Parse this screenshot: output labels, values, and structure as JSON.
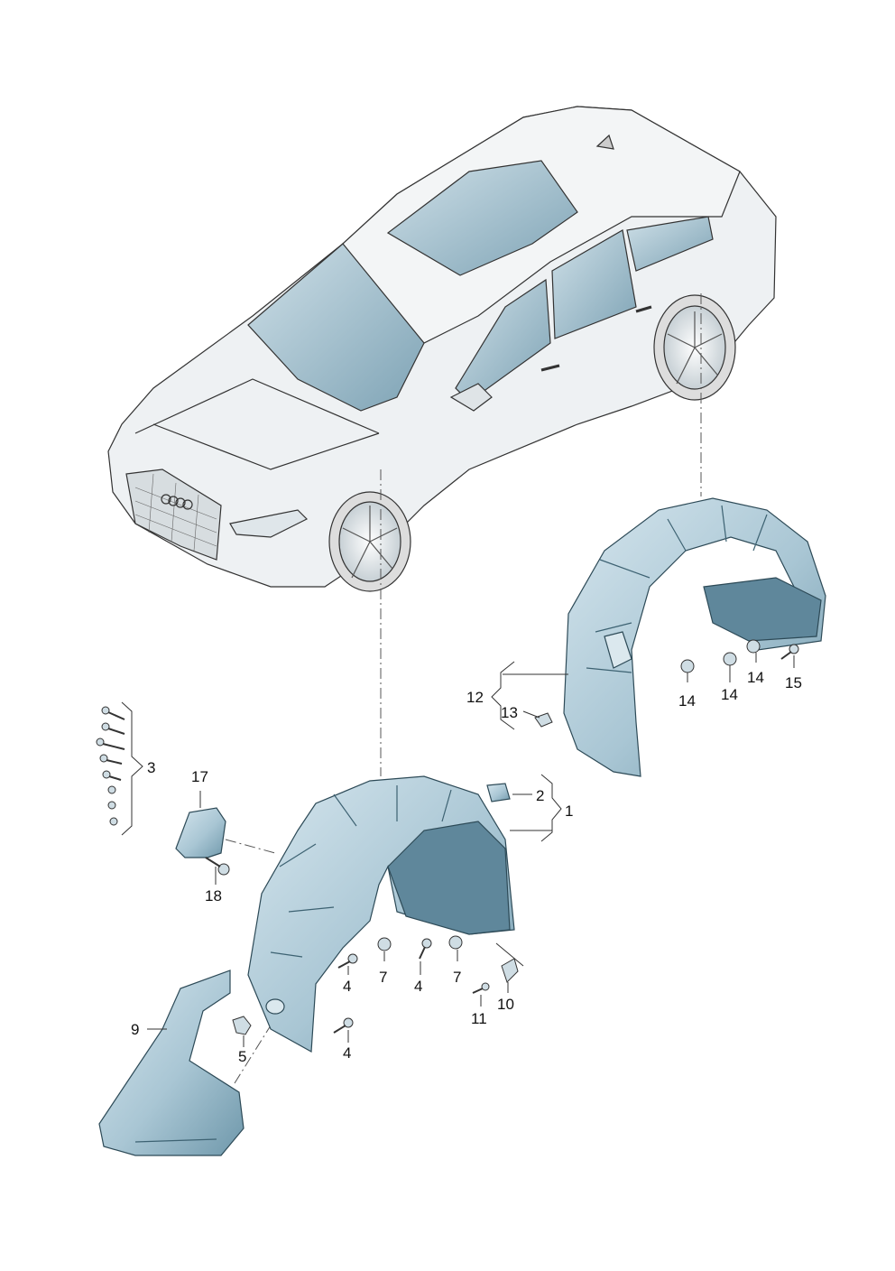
{
  "diagram": {
    "part_labels": {
      "p1": "1",
      "p2": "2",
      "p3": "3",
      "p4a": "4",
      "p4b": "4",
      "p4c": "4",
      "p5": "5",
      "p7a": "7",
      "p7b": "7",
      "p9": "9",
      "p10": "10",
      "p11": "11",
      "p12": "12",
      "p13": "13",
      "p14a": "14",
      "p14b": "14",
      "p14c": "14",
      "p15": "15",
      "p17": "17",
      "p18": "18"
    },
    "colors": {
      "part_fill": "#b9d3df",
      "part_shade": "#7fa6b8",
      "car_fill": "#eef1f3",
      "glass": "#9fbfcc",
      "line": "#333333"
    }
  }
}
